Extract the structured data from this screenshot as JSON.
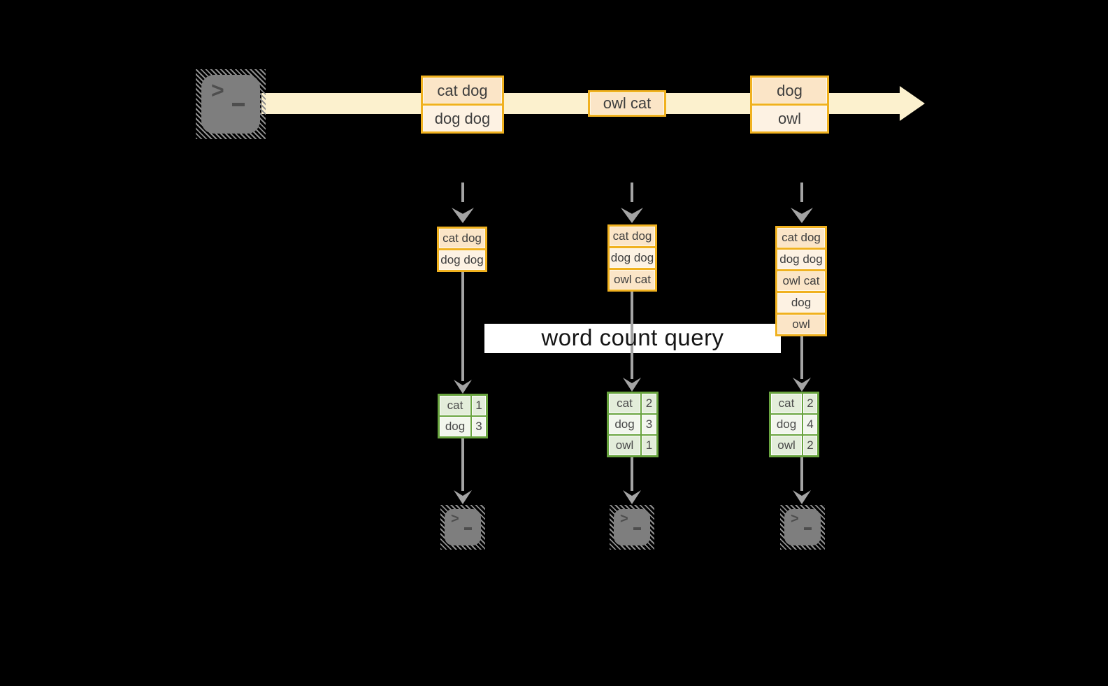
{
  "query_label": "word count query",
  "icons": {
    "prompt_chevron": ">"
  },
  "stream": {
    "batches": [
      {
        "items": [
          "cat dog",
          "dog dog"
        ]
      },
      {
        "items": [
          "owl cat"
        ]
      },
      {
        "items": [
          "dog",
          "owl"
        ]
      }
    ]
  },
  "columns": [
    {
      "accumulated": [
        "cat dog",
        "dog dog"
      ],
      "counts": [
        [
          "cat",
          "1"
        ],
        [
          "dog",
          "3"
        ]
      ]
    },
    {
      "accumulated": [
        "cat dog",
        "dog dog",
        "owl cat"
      ],
      "counts": [
        [
          "cat",
          "2"
        ],
        [
          "dog",
          "3"
        ],
        [
          "owl",
          "1"
        ]
      ]
    },
    {
      "accumulated": [
        "cat dog",
        "dog dog",
        "owl cat",
        "dog",
        "owl"
      ],
      "counts": [
        [
          "cat",
          "2"
        ],
        [
          "dog",
          "4"
        ],
        [
          "owl",
          "2"
        ]
      ]
    }
  ],
  "colors": {
    "background": "#000000",
    "stream_band": "#FCF1CE",
    "amber_border": "#F0B11F",
    "peach_dark": "#FBE5C7",
    "peach_light": "#FDF2E3",
    "green_border": "#69A43F",
    "green_row_a": "#E3EDDA",
    "green_row_b": "#F2F6ED",
    "arrow_gray": "#A4A4A4",
    "terminal_gray": "#7E7E7E",
    "label_bg": "#FFFFFF",
    "text_dark": "#3E3E3E"
  }
}
